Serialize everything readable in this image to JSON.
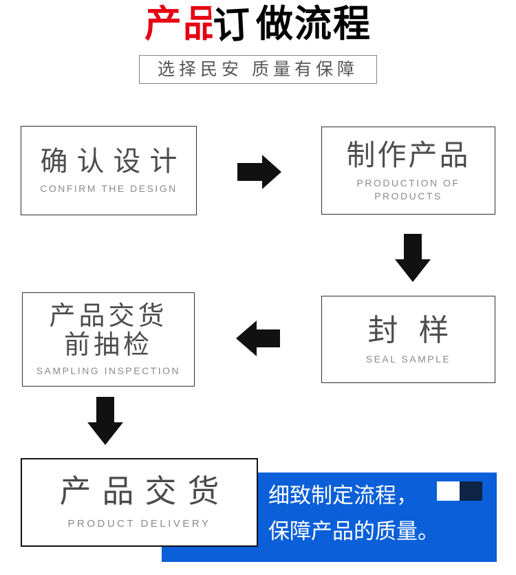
{
  "header": {
    "title_highlight": "产品",
    "title_stamp": "订",
    "title_rest": "做流程",
    "title_full": "产品订做流程",
    "subtitle": "选择民安 质量有保障"
  },
  "steps": [
    {
      "name": "confirm-design",
      "zh": "确认设计",
      "en": "CONFIRM THE DESIGN"
    },
    {
      "name": "production",
      "zh": "制作产品",
      "en": "PRODUCTION OF PRODUCTS"
    },
    {
      "name": "seal-sample",
      "zh": "封样",
      "en": "SEAL SAMPLE"
    },
    {
      "name": "sampling-inspection",
      "zh_line1": "产品交货",
      "zh_line2": "前抽检",
      "en": "SAMPLING INSPECTION"
    },
    {
      "name": "product-delivery",
      "zh": "产品交货",
      "en": "PRODUCT DELIVERY"
    }
  ],
  "flow_order": [
    "confirm-design",
    "production",
    "seal-sample",
    "sampling-inspection",
    "product-delivery"
  ],
  "callout": {
    "line1": "细致制定流程，",
    "line2": "保障产品的质量。"
  },
  "icons": {
    "arrow_1": "arrow-right",
    "arrow_2": "arrow-down",
    "arrow_3": "arrow-left",
    "arrow_4": "arrow-down",
    "callout_decor": [
      "white-square",
      "navy-square"
    ]
  },
  "colors": {
    "title_highlight": "#e60012",
    "callout_background": "#0b5fd8",
    "callout_navy_square": "#0d2444",
    "arrow": "#111111",
    "step_text_zh": "#4d4d4d",
    "step_text_en": "#8a8a8a"
  }
}
